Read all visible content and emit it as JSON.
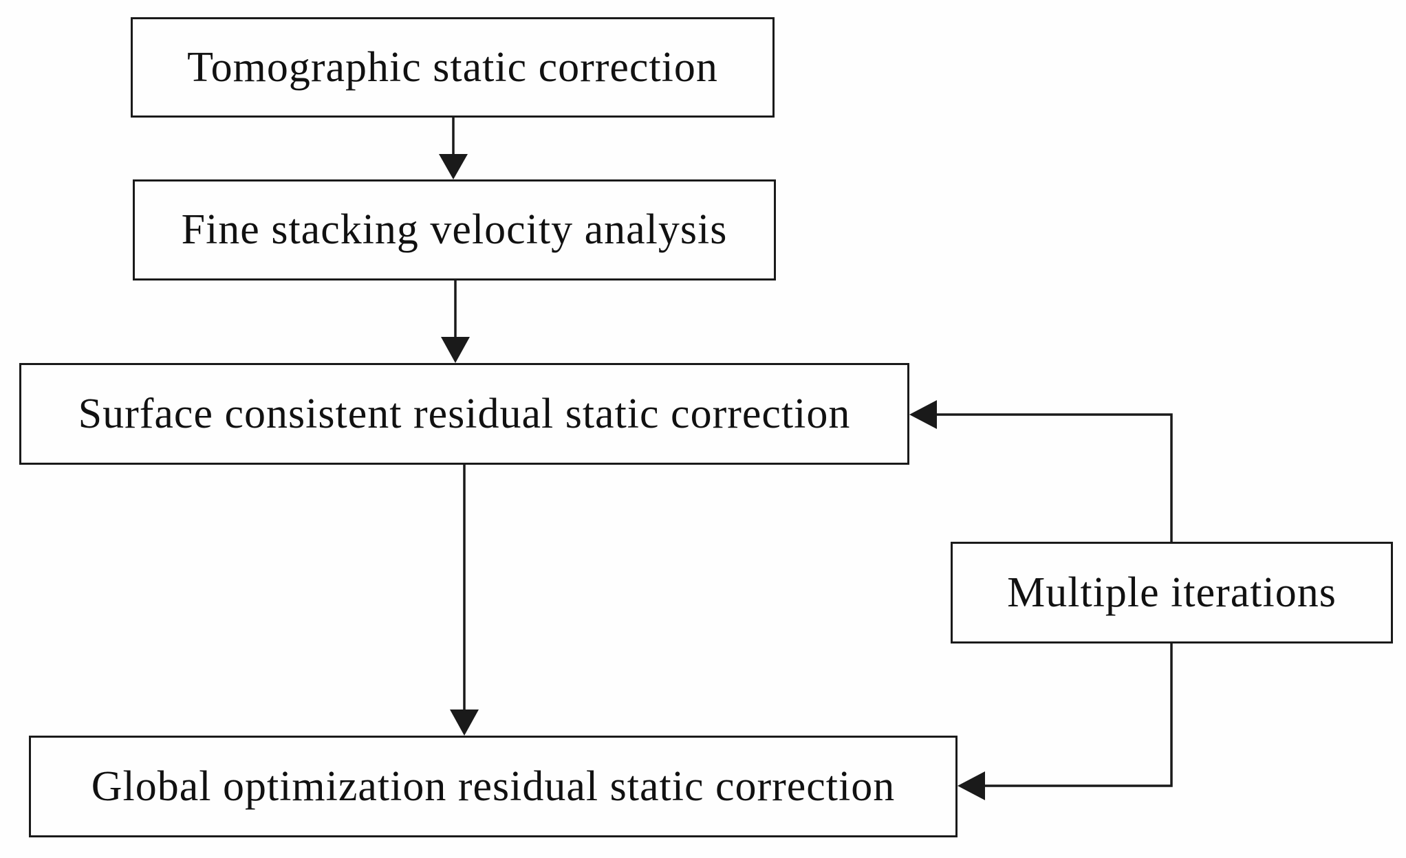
{
  "nodes": {
    "tomographic": "Tomographic static correction",
    "velocity": "Fine stacking velocity analysis",
    "surface": "Surface consistent residual static correction",
    "global": "Global optimization residual static correction",
    "iterations": "Multiple iterations"
  },
  "edges": [
    {
      "from": "tomographic",
      "to": "velocity"
    },
    {
      "from": "velocity",
      "to": "surface"
    },
    {
      "from": "surface",
      "to": "global"
    },
    {
      "from": "iterations",
      "to": "surface"
    },
    {
      "from": "iterations",
      "to": "global"
    }
  ],
  "colors": {
    "stroke": "#1a1a1a",
    "background": "#fefefe",
    "text": "#111111"
  }
}
